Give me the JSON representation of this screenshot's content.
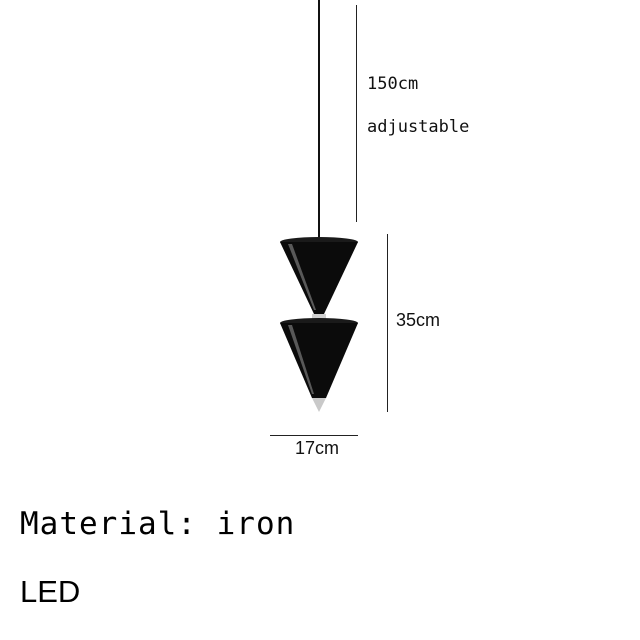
{
  "product": {
    "type": "double cone pendant lamp",
    "colors": {
      "body": "#0b0b0b",
      "highlight": "#8a8a8a",
      "tip": "#c9c9c9",
      "line": "#222222"
    }
  },
  "dimensions": {
    "cord_length": "150cm",
    "cord_note": "adjustable",
    "height": "35cm",
    "width": "17cm"
  },
  "specs": {
    "material": "Material: iron",
    "light_source": "LED"
  }
}
